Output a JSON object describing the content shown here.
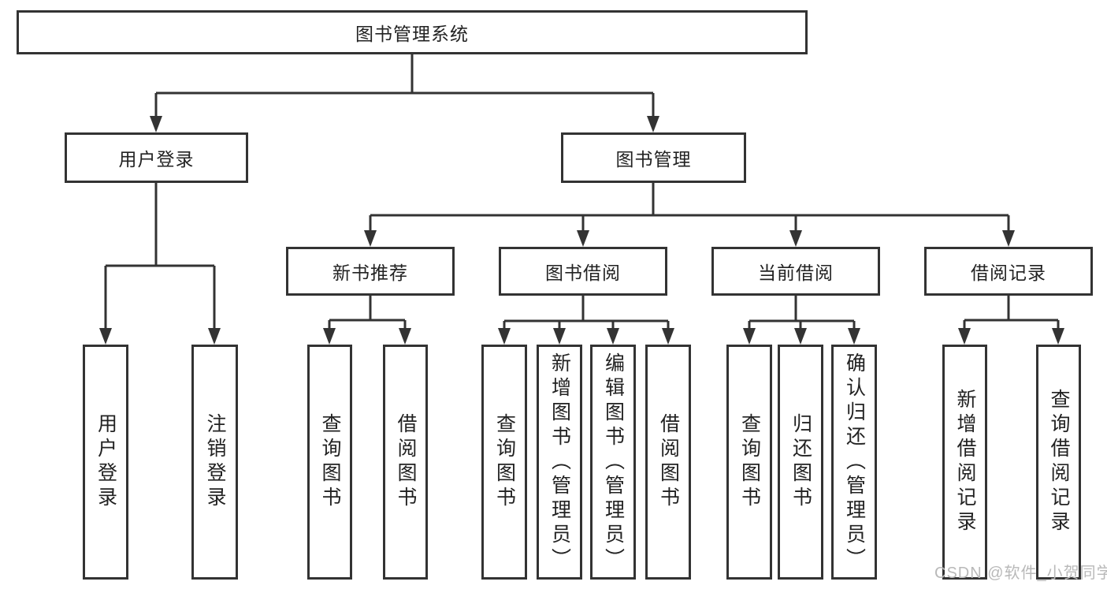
{
  "tree": {
    "root": {
      "label": "图书管理系统"
    },
    "level2": [
      {
        "label": "用户登录"
      },
      {
        "label": "图书管理"
      }
    ],
    "level3": [
      {
        "label": "新书推荐"
      },
      {
        "label": "图书借阅"
      },
      {
        "label": "当前借阅"
      },
      {
        "label": "借阅记录"
      }
    ],
    "level4": [
      {
        "parent": "用户登录",
        "items": [
          "用户登录",
          "注销登录"
        ]
      },
      {
        "parent": "新书推荐",
        "items": [
          "查询图书",
          "借阅图书"
        ]
      },
      {
        "parent": "图书借阅",
        "items": [
          "查询图书",
          "新增图书（管理员）",
          "编辑图书（管理员）",
          "借阅图书"
        ]
      },
      {
        "parent": "当前借阅",
        "items": [
          "查询图书",
          "归还图书",
          "确认归还（管理员）"
        ]
      },
      {
        "parent": "借阅记录",
        "items": [
          "新增借阅记录",
          "查询借阅记录"
        ]
      }
    ]
  },
  "watermark": "CSDN @软件_小贺同学",
  "colors": {
    "line": "#333333",
    "text": "#222222",
    "background": "#ffffff",
    "watermark": "#b9b9b9"
  }
}
